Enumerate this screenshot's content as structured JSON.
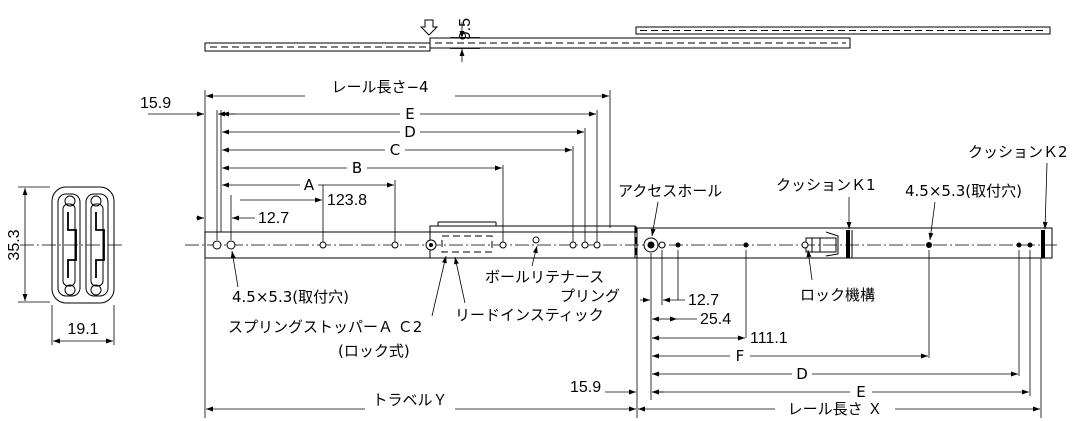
{
  "labels": {
    "rail_len_minus": "レール長さ−4",
    "dim_E": "E",
    "dim_D": "D",
    "dim_C": "C",
    "dim_B": "B",
    "dim_A": "A",
    "v_15_9": "15.9",
    "v_12_7": "12.7",
    "v_123_8": "123.8",
    "v_9_5": "9.5",
    "v_35_3": "35.3",
    "v_19_1": "19.1",
    "hole_left": "4.5×5.3(取付穴)",
    "hole_right": "4.5×5.3(取付穴)",
    "spring_stopper": "スプリングストッパーＡ Ｃ2",
    "lock_type": "(ロック式)",
    "ball_retainer": "ボールリテナース",
    "spring": "プリング",
    "lead_in": "リードインスティック",
    "access_hole": "アクセスホール",
    "cushion_k1": "クッションＫ1",
    "cushion_k2": "クッションＫ2",
    "lock_mech": "ロック機構",
    "r_12_7": "12.7",
    "r_25_4": "25.4",
    "r_111_1": "111.1",
    "r_F": "F",
    "r_D": "D",
    "r_E": "E",
    "r_15_9": "15.9",
    "travel": "トラベルＹ",
    "rail_len": "レール長さ Ｘ"
  }
}
